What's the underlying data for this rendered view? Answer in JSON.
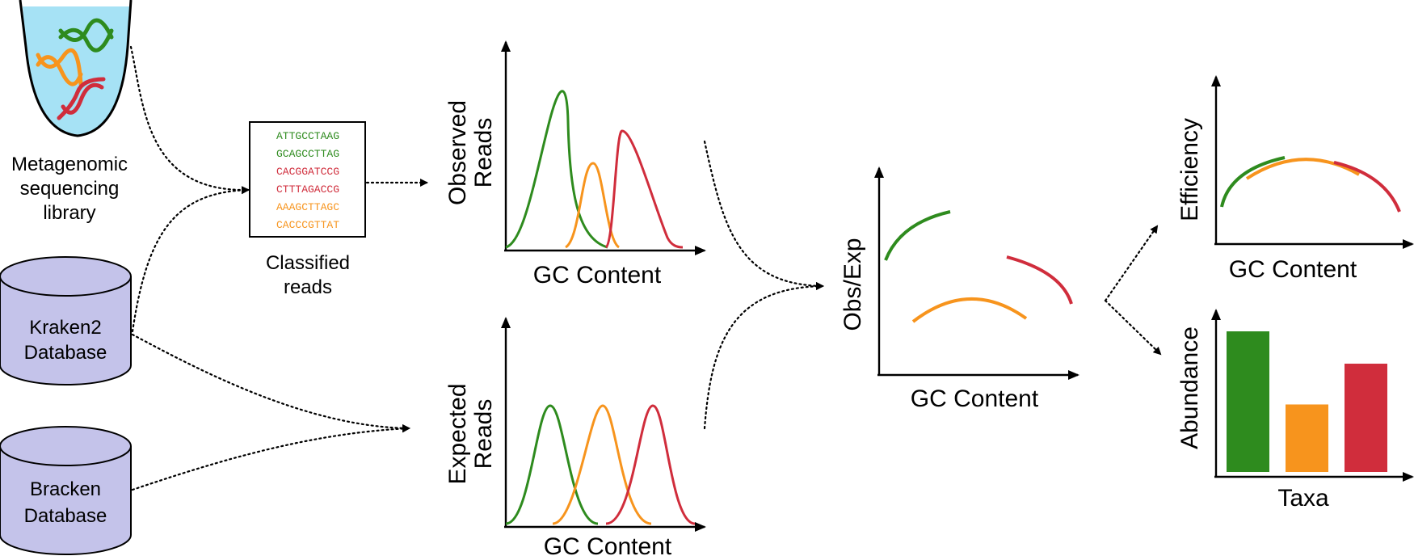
{
  "colors": {
    "green": "#2e8b1e",
    "orange": "#f7941d",
    "red": "#d02d3c",
    "database_fill": "#c4c3ea",
    "tube_fill": "#a6e2f5"
  },
  "library": {
    "label_lines": [
      "Metagenomic",
      "sequencing",
      "library"
    ]
  },
  "databases": {
    "kraken2": [
      "Kraken2",
      "Database"
    ],
    "bracken": [
      "Bracken",
      "Database"
    ]
  },
  "reads": {
    "caption_lines": [
      "Classified",
      "reads"
    ],
    "sequences": [
      {
        "text": "ATTGCCTAAG",
        "color": "green"
      },
      {
        "text": "GCAGCCTTAG",
        "color": "green"
      },
      {
        "text": "CACGGATCCG",
        "color": "red"
      },
      {
        "text": "CTTTAGACCG",
        "color": "red"
      },
      {
        "text": "AAAGCTTAGC",
        "color": "orange"
      },
      {
        "text": "CACCCGTTAT",
        "color": "orange"
      }
    ]
  },
  "plots": {
    "observed": {
      "ylabel_lines": [
        "Observed",
        "Reads"
      ],
      "xlabel": "GC Content"
    },
    "expected": {
      "ylabel_lines": [
        "Expected",
        "Reads"
      ],
      "xlabel": "GC Content"
    },
    "ratio": {
      "ylabel": "Obs/Exp",
      "xlabel": "GC Content"
    },
    "efficiency": {
      "ylabel": "Efficiency",
      "xlabel": "GC Content"
    },
    "abundance": {
      "ylabel": "Abundance",
      "xlabel": "Taxa"
    }
  },
  "chart_data": {
    "type": "bar",
    "categories": [
      "green taxon",
      "orange taxon",
      "red taxon"
    ],
    "values": [
      1.0,
      0.48,
      0.77
    ],
    "colors": [
      "green",
      "orange",
      "red"
    ],
    "xlabel": "Taxa",
    "ylabel": "Abundance",
    "ylim": [
      0,
      1
    ]
  }
}
